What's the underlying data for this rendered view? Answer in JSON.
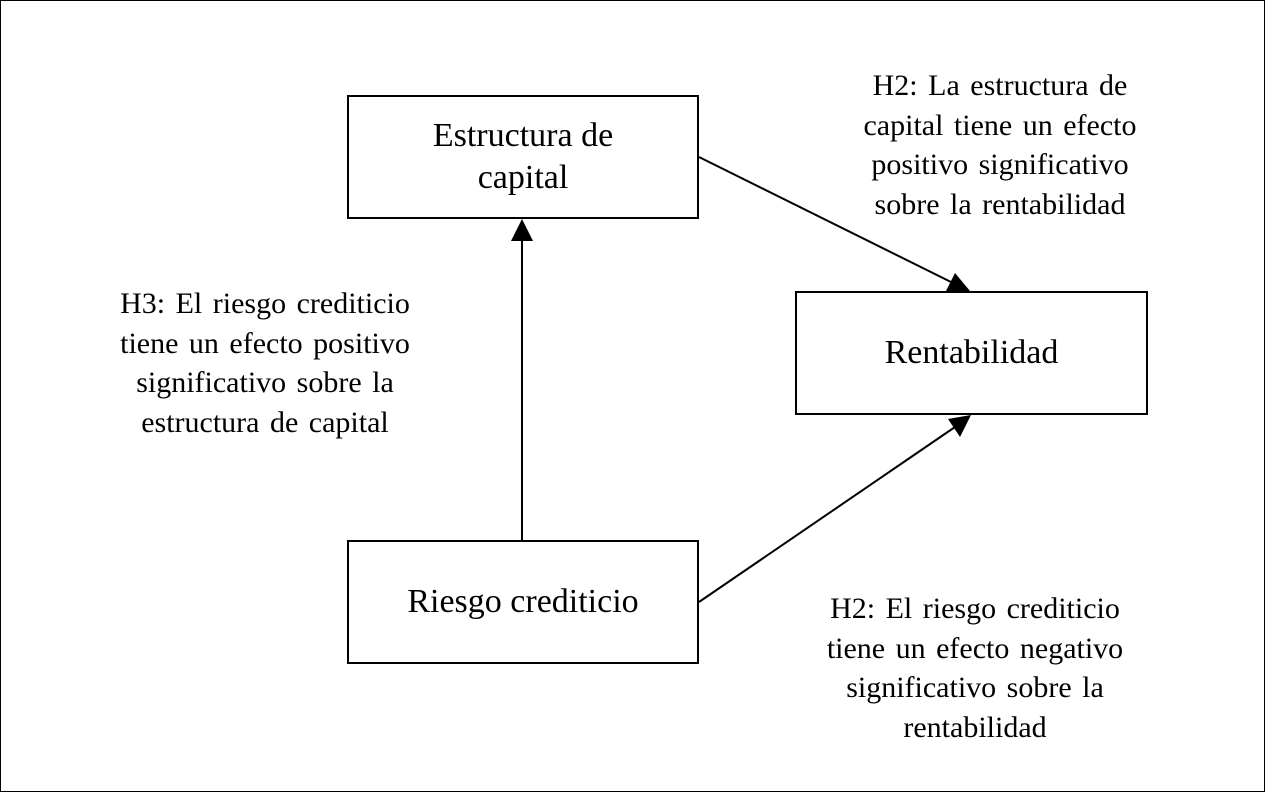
{
  "nodes": {
    "estructura": "Estructura de\ncapital",
    "rentabilidad": "Rentabilidad",
    "riesgo": "Riesgo crediticio"
  },
  "hypotheses": {
    "h2_top": "H2: La estructura de\ncapital tiene un efecto\npositivo significativo\nsobre la rentabilidad",
    "h3": "H3: El riesgo crediticio\ntiene un efecto positivo\nsignificativo sobre la\nestructura de capital",
    "h2_bottom": "H2: El riesgo crediticio\ntiene un efecto negativo\nsignificativo sobre la\nrentabilidad"
  },
  "colors": {
    "stroke": "#000000",
    "background": "#ffffff"
  }
}
